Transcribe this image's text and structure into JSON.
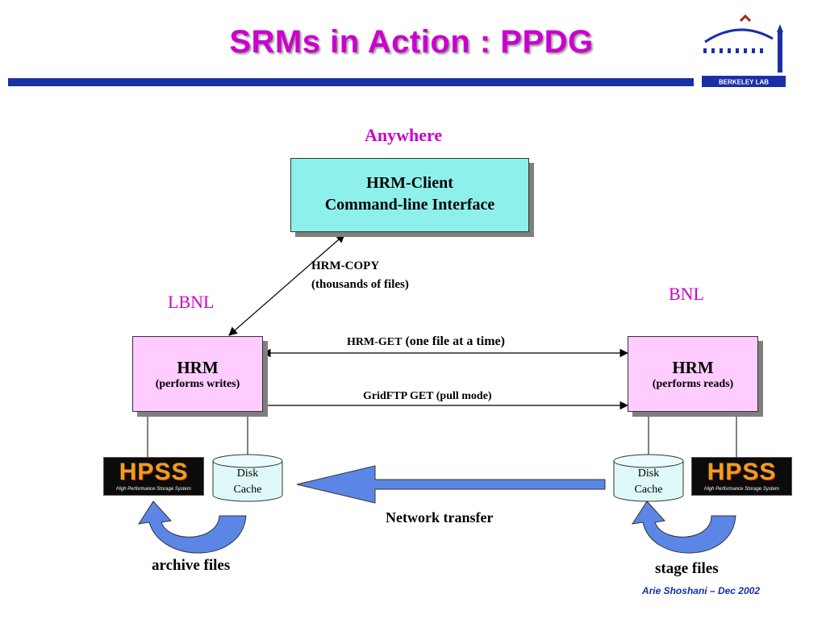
{
  "header": {
    "title": "SRMs in Action : PPDG",
    "logo_text": "BERKELEY LAB"
  },
  "sites": {
    "anywhere": "Anywhere",
    "lbnl": "LBNL",
    "bnl": "BNL"
  },
  "client_box": {
    "line1": "HRM-Client",
    "line2": "Command-line Interface"
  },
  "hrm_left": {
    "title": "HRM",
    "subtitle": "(performs writes)"
  },
  "hrm_right": {
    "title": "HRM",
    "subtitle": "(performs reads)"
  },
  "arrows": {
    "copy_line1": "HRM-COPY",
    "copy_line2": "(thousands of files)",
    "get_prefix": "HRM-GET",
    "get_suffix": "(one file at a time)",
    "gridftp": "GridFTP GET (pull mode)",
    "network": "Network transfer"
  },
  "storage": {
    "hpss_logo": "HPSS",
    "hpss_subtitle": "High Performance Storage System",
    "disk_line1": "Disk",
    "disk_line2": "Cache"
  },
  "captions": {
    "archive": "archive files",
    "stage": "stage files"
  },
  "footer": "Arie Shoshani – Dec 2002",
  "colors": {
    "title": "#cc00cc",
    "rule": "#1a2fa6",
    "client_fill": "#8ef0ea",
    "hrm_fill": "#ffccff",
    "arrow_fill": "#5b86e5"
  }
}
